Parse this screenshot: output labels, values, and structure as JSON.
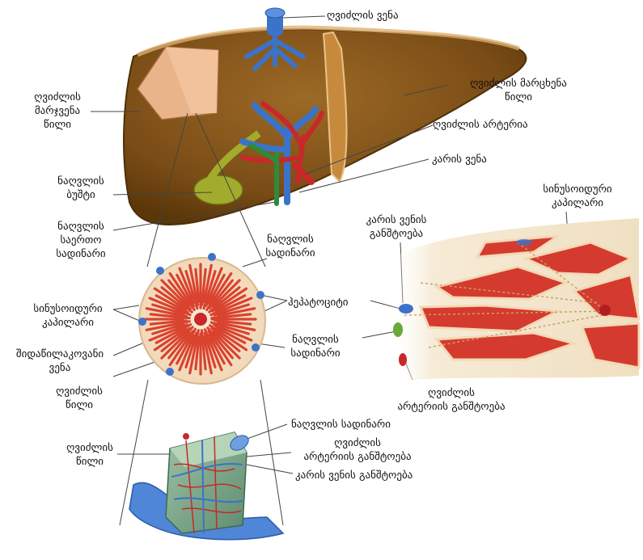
{
  "labels": {
    "hepatic_vein": "ღვიძლის ვენა",
    "left_lobe": [
      "ღვიძლის მარცხენა",
      "წილი"
    ],
    "right_lobe": [
      "ღვიძლის",
      "მარჯვენა",
      "წილი"
    ],
    "hepatic_artery": "ღვიძლის არტერია",
    "portal_vein": "კარის ვენა",
    "gallbladder": [
      "ნაღვლის",
      "ბუშტი"
    ],
    "common_bile_duct": [
      "ნაღვლის",
      "საერთო",
      "სადინარი"
    ],
    "bile_duct_top": [
      "ნაღვლის",
      "სადინარი"
    ],
    "sinusoid_caps_right": [
      "სინუსოიდური",
      "კაპილარი"
    ],
    "portal_vein_branch_top": [
      "კარის ვენის",
      "განშტოება"
    ],
    "hepatocytes": "ჰეპატოციტი",
    "sinusoid_caps_left": [
      "სინუსოიდური",
      "კაპილარი"
    ],
    "bile_duct_mid": [
      "ნაღვლის",
      "სადინარი"
    ],
    "central_vein": [
      "შიდაწილაკოვანი",
      "ვენა"
    ],
    "lobule_mid": [
      "ღვიძლის",
      "წილი"
    ],
    "artery_branch_right": [
      "ღვიძლის",
      "არტერიის განშტოება"
    ],
    "bile_duct_bottom": "ნაღვლის სადინარი",
    "lobule_bottom": [
      "ღვიძლის",
      "წილი"
    ],
    "artery_branch_bottom": [
      "ღვიძლის",
      "არტერიის განშტოება"
    ],
    "portal_vein_branch_bottom": "კარის ვენის განშტოება"
  },
  "colors": {
    "liver": "#8a5a1c",
    "liver_dark": "#5e3a0e",
    "ligament": "#e6b878",
    "cut_face": "#f0b890",
    "gallbladder": "#9aa52a",
    "vein_blue": "#3b73c8",
    "artery_red": "#c8282a",
    "bile_green": "#2f8a3a",
    "lobule_red": "#d9432f",
    "lobule_pale": "#f5e2c4",
    "tissue_bg": "#f3e7cf",
    "leader": "#444444"
  },
  "icons": [
    "liver-illustration",
    "lobule-cross-section",
    "sinusoid-tissue-section",
    "lobule-3d-illustration"
  ]
}
